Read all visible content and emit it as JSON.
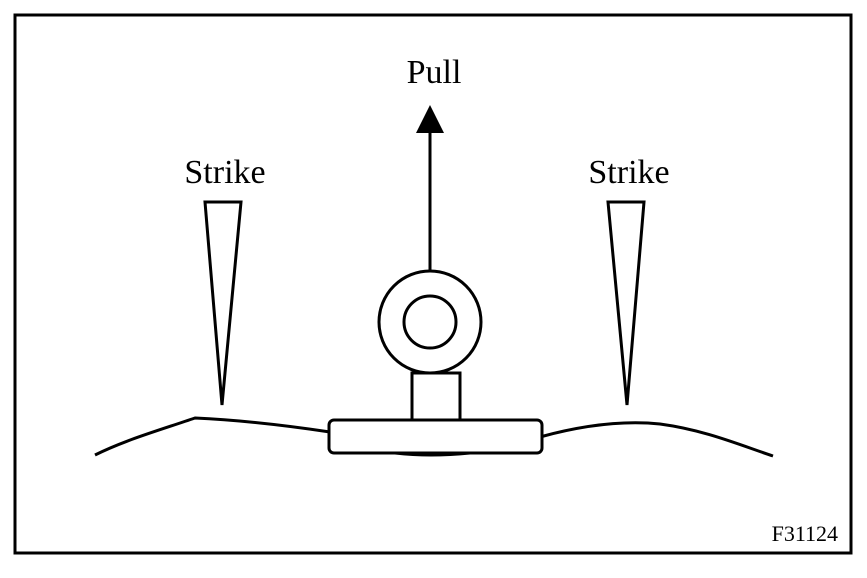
{
  "labels": {
    "pull": "Pull",
    "strike_left": "Strike",
    "strike_right": "Strike",
    "figure_code": "F31124"
  },
  "colors": {
    "stroke": "#000000",
    "background": "#ffffff"
  }
}
